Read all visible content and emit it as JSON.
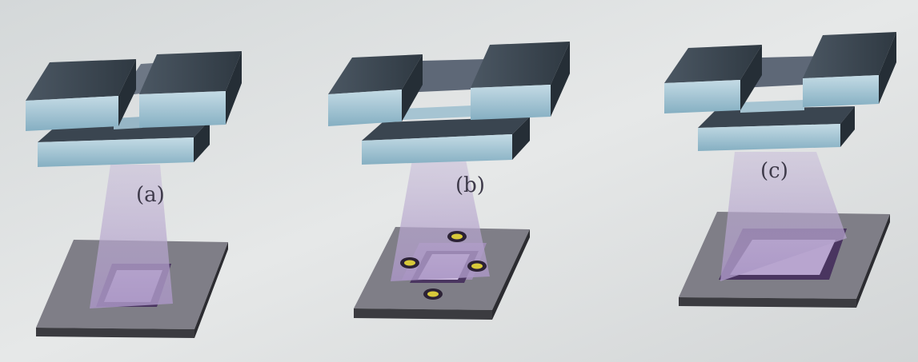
{
  "panels": [
    {
      "label": "(a)",
      "blade_gap": "narrow",
      "aperture": "single-square",
      "registration_marks": 0
    },
    {
      "label": "(b)",
      "blade_gap": "medium",
      "aperture": "square-with-corner-openings",
      "registration_marks": 4
    },
    {
      "label": "(c)",
      "blade_gap": "wide",
      "aperture": "single-square",
      "registration_marks": 0
    }
  ],
  "colors": {
    "background": "#dfe2e2",
    "block_top": "#3c4752",
    "block_front": "#9fc3d3",
    "block_side": "#27313a",
    "light_beam": "#b7a6cc",
    "substrate_top": "#7e7d86",
    "substrate_edge": "#3a3a3f",
    "aperture": "#4a3560",
    "marks": "#d8c93a"
  }
}
